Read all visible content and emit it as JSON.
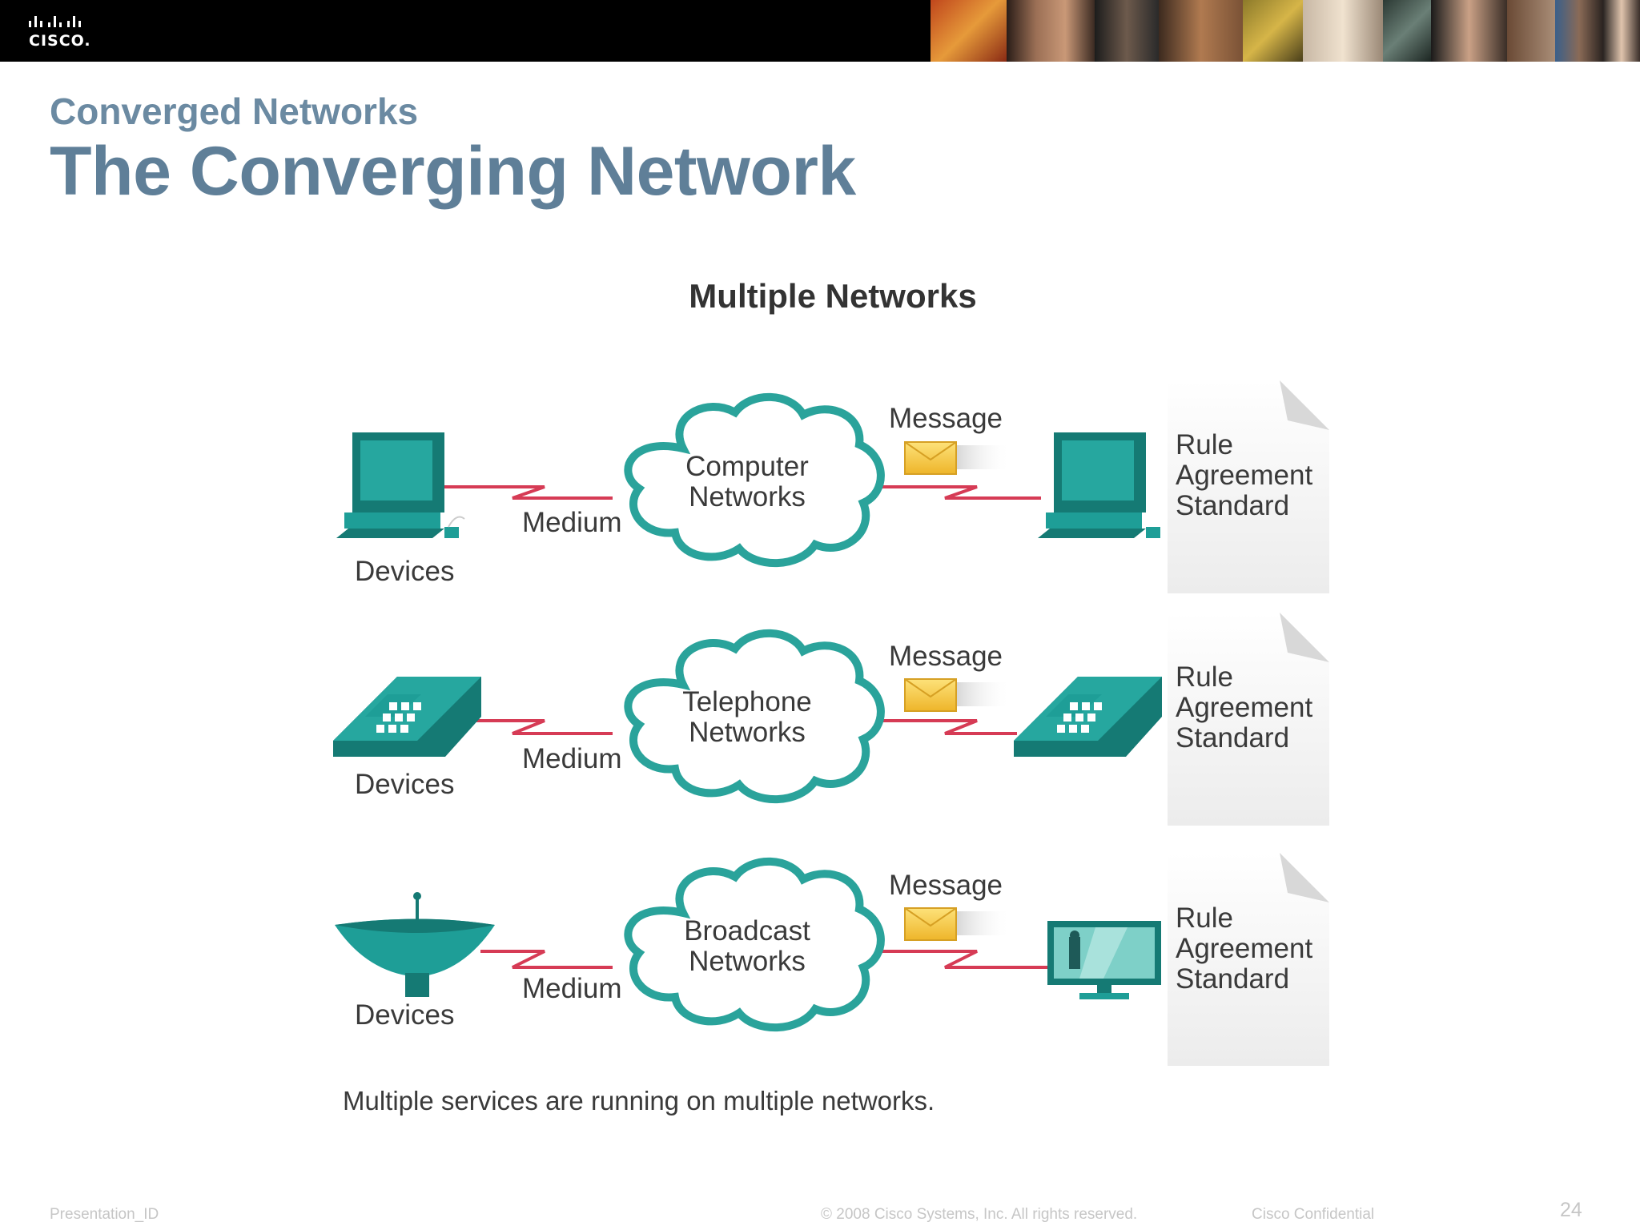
{
  "header": {
    "logo_text": "CISCO."
  },
  "slide": {
    "subtitle": "Converged Networks",
    "title": "The Converging Network"
  },
  "diagram": {
    "title": "Multiple Networks",
    "rows": [
      {
        "device_label": "Devices",
        "medium_label": "Medium",
        "cloud_line1": "Computer",
        "cloud_line2": "Networks",
        "message_label": "Message",
        "doc_lines": [
          "Rule",
          "Agreement",
          "Standard"
        ]
      },
      {
        "device_label": "Devices",
        "medium_label": "Medium",
        "cloud_line1": "Telephone",
        "cloud_line2": "Networks",
        "message_label": "Message",
        "doc_lines": [
          "Rule",
          "Agreement",
          "Standard"
        ]
      },
      {
        "device_label": "Devices",
        "medium_label": "Medium",
        "cloud_line1": "Broadcast",
        "cloud_line2": "Networks",
        "message_label": "Message",
        "doc_lines": [
          "Rule",
          "Agreement",
          "Standard"
        ]
      }
    ],
    "caption": "Multiple services are running on multiple networks."
  },
  "footer": {
    "presentation_id": "Presentation_ID",
    "copyright": "© 2008 Cisco Systems, Inc. All rights reserved.",
    "confidential": "Cisco Confidential",
    "page_number": "24"
  },
  "colors": {
    "teal": "#1e9e97",
    "teal_dark": "#157a74",
    "medium_line": "#d63b55",
    "envelope": "#f5cc3a",
    "title": "#5f7f98"
  },
  "icons": [
    "cisco-logo-icon",
    "desktop-computer-icon",
    "desk-phone-icon",
    "satellite-dish-icon",
    "television-icon",
    "envelope-icon",
    "cloud-icon",
    "document-icon"
  ]
}
